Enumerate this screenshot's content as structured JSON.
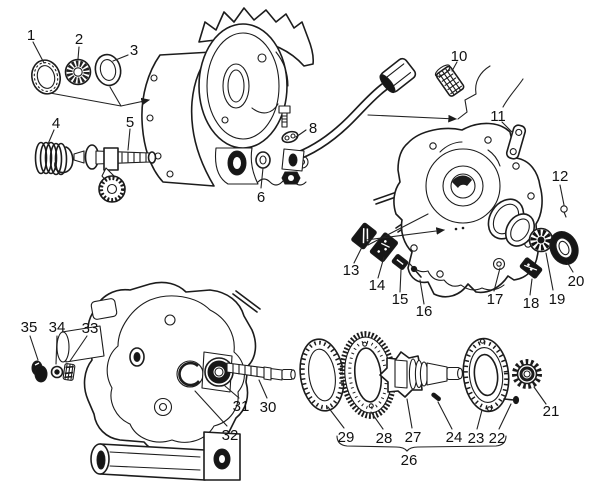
{
  "palette": {
    "ink": "#1c1c1c",
    "paper": "#ffffff",
    "dark_fill": "#161616"
  },
  "callouts": [
    {
      "label": "1"
    },
    {
      "label": "2"
    },
    {
      "label": "3"
    },
    {
      "label": "4"
    },
    {
      "label": "5"
    },
    {
      "label": "6"
    },
    {
      "label": "8"
    },
    {
      "label": "10"
    },
    {
      "label": "11"
    },
    {
      "label": "12"
    },
    {
      "label": "13"
    },
    {
      "label": "14"
    },
    {
      "label": "15"
    },
    {
      "label": "16"
    },
    {
      "label": "17"
    },
    {
      "label": "18"
    },
    {
      "label": "19"
    },
    {
      "label": "20"
    },
    {
      "label": "21"
    },
    {
      "label": "22"
    },
    {
      "label": "23"
    },
    {
      "label": "24"
    },
    {
      "label": "26"
    },
    {
      "label": "27"
    },
    {
      "label": "28"
    },
    {
      "label": "29"
    },
    {
      "label": "30"
    },
    {
      "label": "31"
    },
    {
      "label": "32"
    },
    {
      "label": "33"
    },
    {
      "label": "34"
    },
    {
      "label": "35"
    }
  ]
}
